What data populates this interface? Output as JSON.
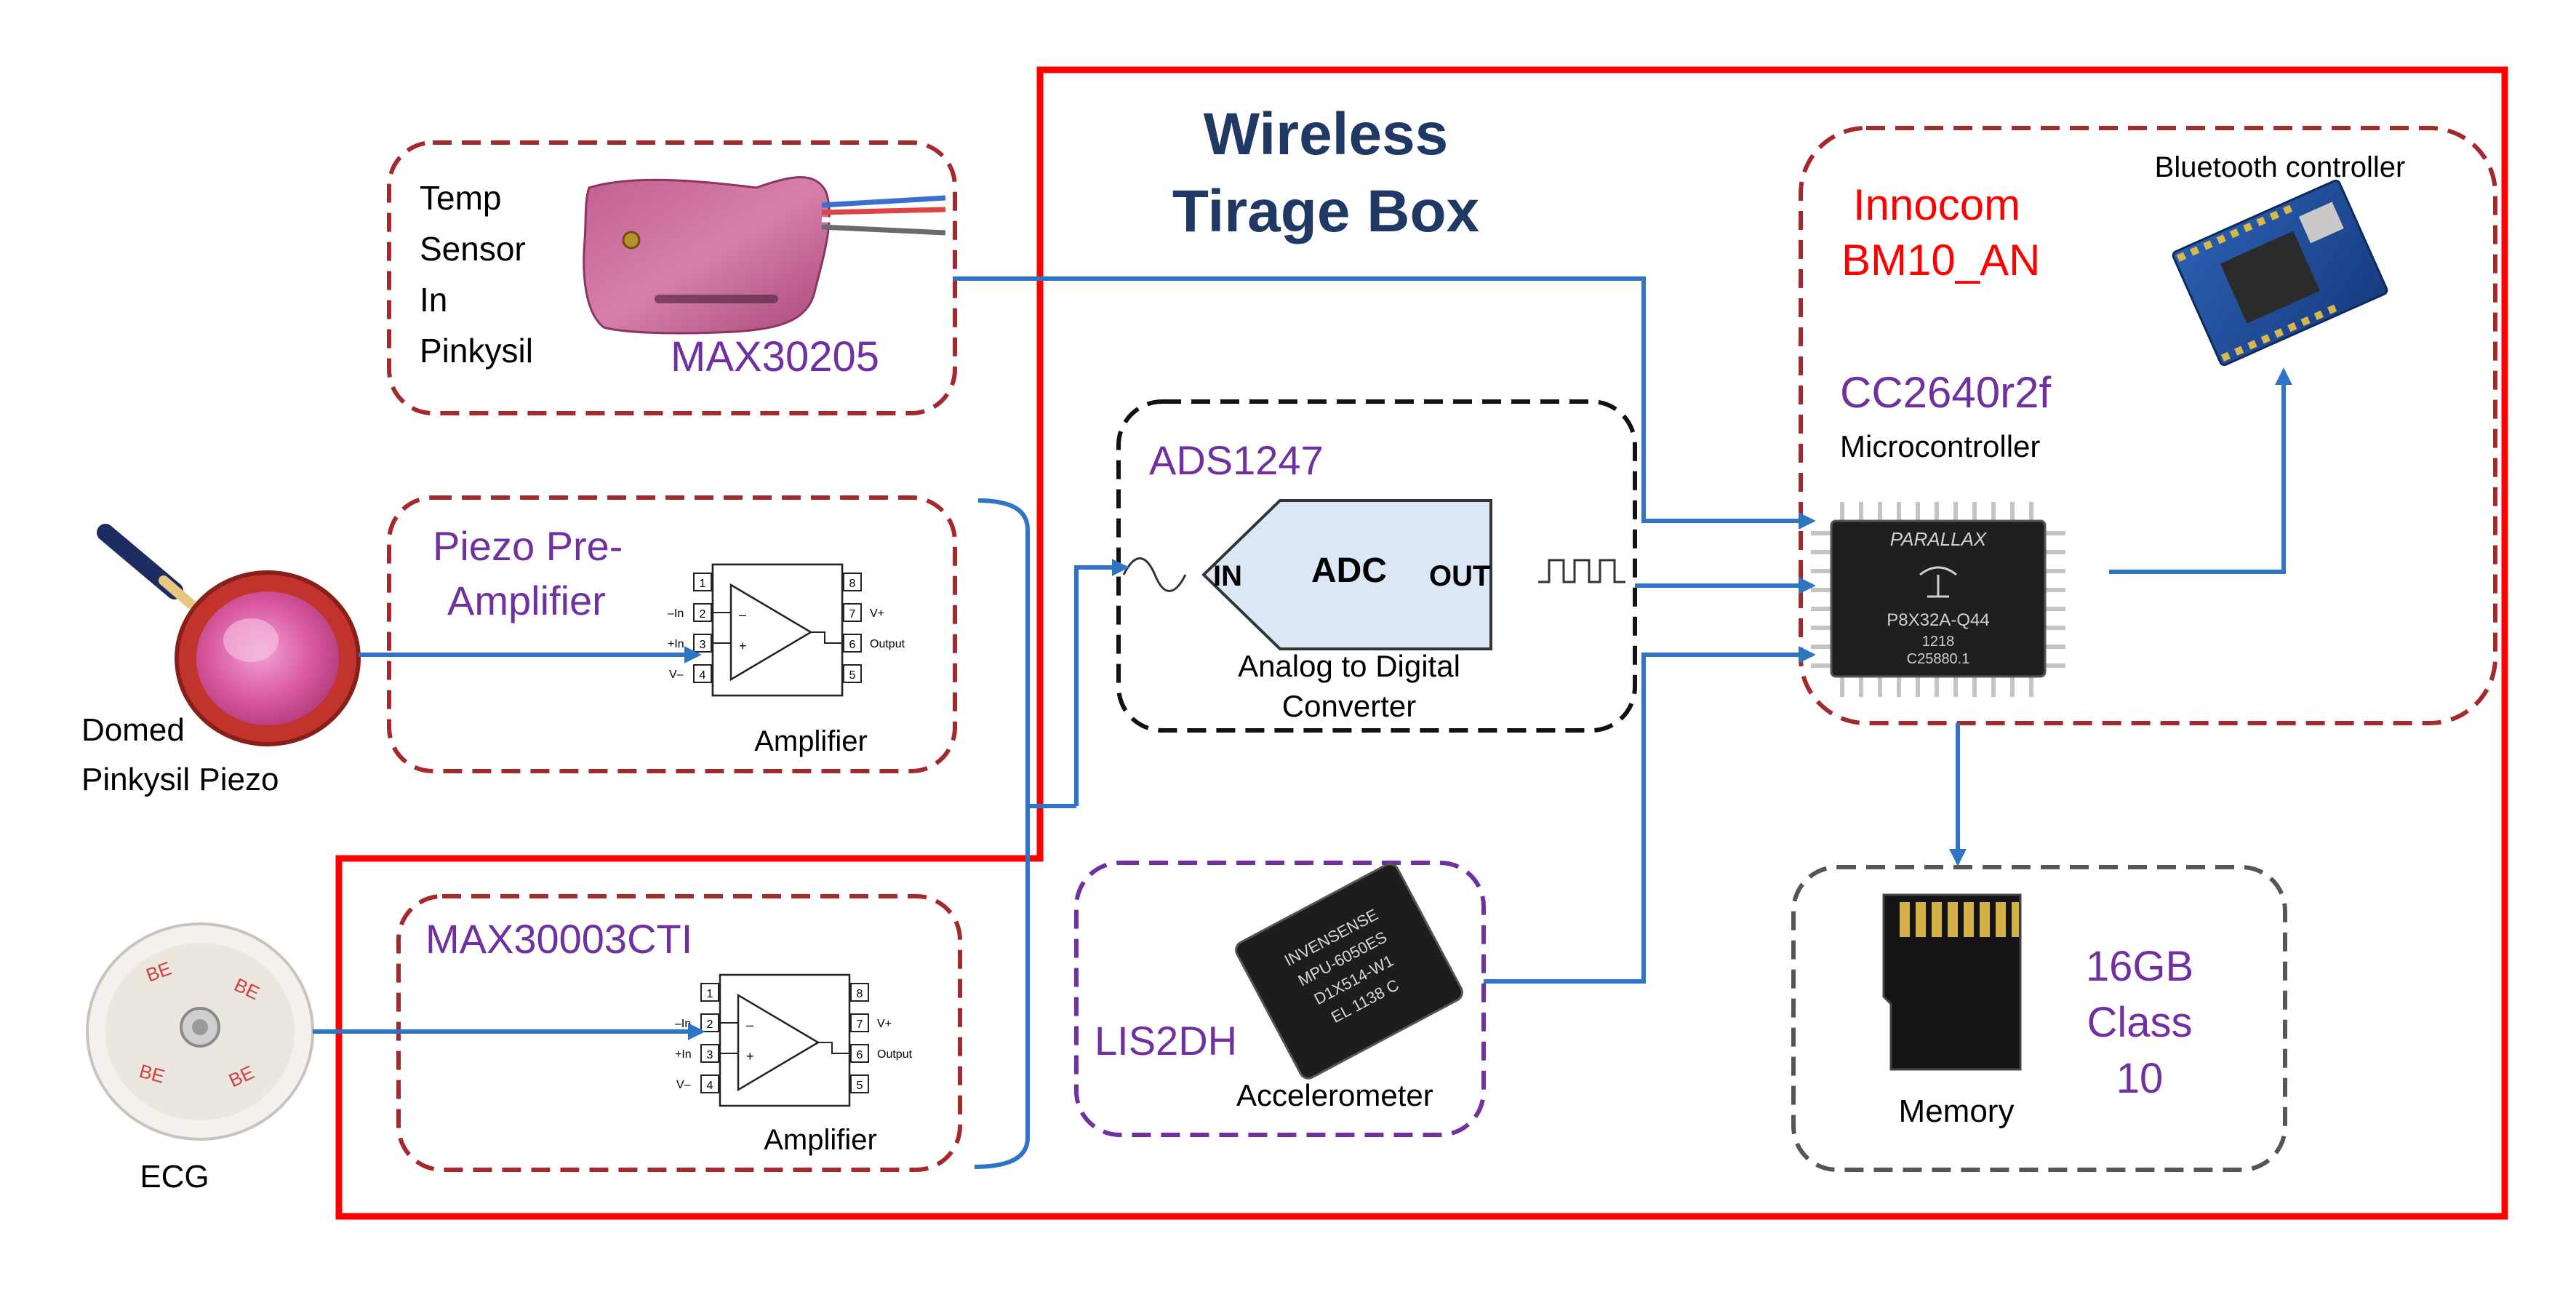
{
  "title_line1": "Wireless",
  "title_line2": "Tirage Box",
  "temp_sensor": {
    "desc": [
      "Temp",
      "Sensor",
      "In",
      "Pinkysil"
    ],
    "chip": "MAX30205"
  },
  "piezo_amp": {
    "title_line1": "Piezo Pre-",
    "title_line2": "Amplifier",
    "caption": "Amplifier"
  },
  "domed_piezo": {
    "line1": "Domed",
    "line2": "Pinkysil Piezo"
  },
  "ecg_amp": {
    "chip": "MAX30003CTI",
    "caption": "Amplifier"
  },
  "ecg": {
    "label": "ECG"
  },
  "adc": {
    "chip": "ADS1247",
    "in": "IN",
    "core": "ADC",
    "out": "OUT",
    "caption_line1": "Analog to Digital",
    "caption_line2": "Converter"
  },
  "accel": {
    "chip": "LIS2DH",
    "caption": "Accelerometer",
    "marking": [
      "INVENSENSE",
      "MPU-6050ES",
      "D1X514-W1",
      "EL 1138 C"
    ]
  },
  "module": {
    "brand_line1": "Innocom",
    "brand_line2": "BM10_AN",
    "bt_caption": "Bluetooth controller",
    "mcu_chip": "CC2640r2f",
    "mcu_caption": "Microcontroller",
    "mcu_marking": [
      "PARALLAX",
      "P8X32A-Q44",
      "1218",
      "C25880.1"
    ]
  },
  "memory": {
    "caption": "Memory",
    "size_line1": "16GB",
    "size_line2": "Class",
    "size_line3": "10"
  },
  "opamp_pins": {
    "left": [
      "1",
      "2",
      "3",
      "4"
    ],
    "right": [
      "8",
      "7",
      "6",
      "5"
    ],
    "in_minus": "–In",
    "in_plus": "+In",
    "v_minus": "V–",
    "v_plus": "V+",
    "output": "Output"
  },
  "colors": {
    "flow_arrow": "#2e75c6",
    "box_border_red": "#ff0000",
    "group_border_darkred": "#a4282c",
    "group_border_purple": "#7030a0",
    "label_purple": "#7030a0",
    "title_navy": "#1f3864"
  }
}
